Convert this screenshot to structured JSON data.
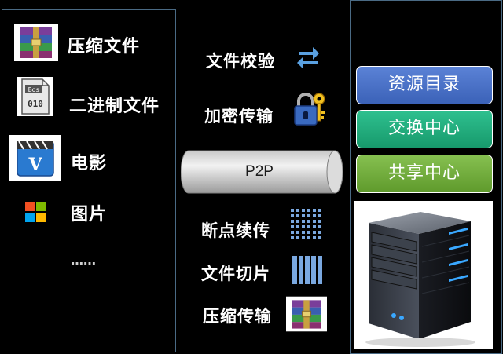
{
  "left_items": [
    {
      "label": "压缩文件",
      "icon": "winrar-archive-icon"
    },
    {
      "label": "二进制文件",
      "icon": "binary-file-icon"
    },
    {
      "label": "电影",
      "icon": "movie-file-icon"
    },
    {
      "label": "图片",
      "icon": "picture-tiles-icon"
    },
    {
      "label": "……",
      "icon": ""
    }
  ],
  "features": [
    {
      "label": "文件校验",
      "icon": "swap-arrows-icon"
    },
    {
      "label": "加密传输",
      "icon": "padlock-key-icon"
    },
    {
      "label": "断点续传",
      "icon": "dot-grid-icon"
    },
    {
      "label": "文件切片",
      "icon": "slice-bars-icon"
    },
    {
      "label": "压缩传输",
      "icon": "winrar-archive-icon"
    }
  ],
  "pipe_label": "P2P",
  "right_buttons": [
    {
      "label": "资源目录",
      "color": "#4a72c8"
    },
    {
      "label": "交换中心",
      "color": "#22ad7e"
    },
    {
      "label": "共享中心",
      "color": "#72ad3e"
    }
  ],
  "server_icon": "server-tower-icon"
}
